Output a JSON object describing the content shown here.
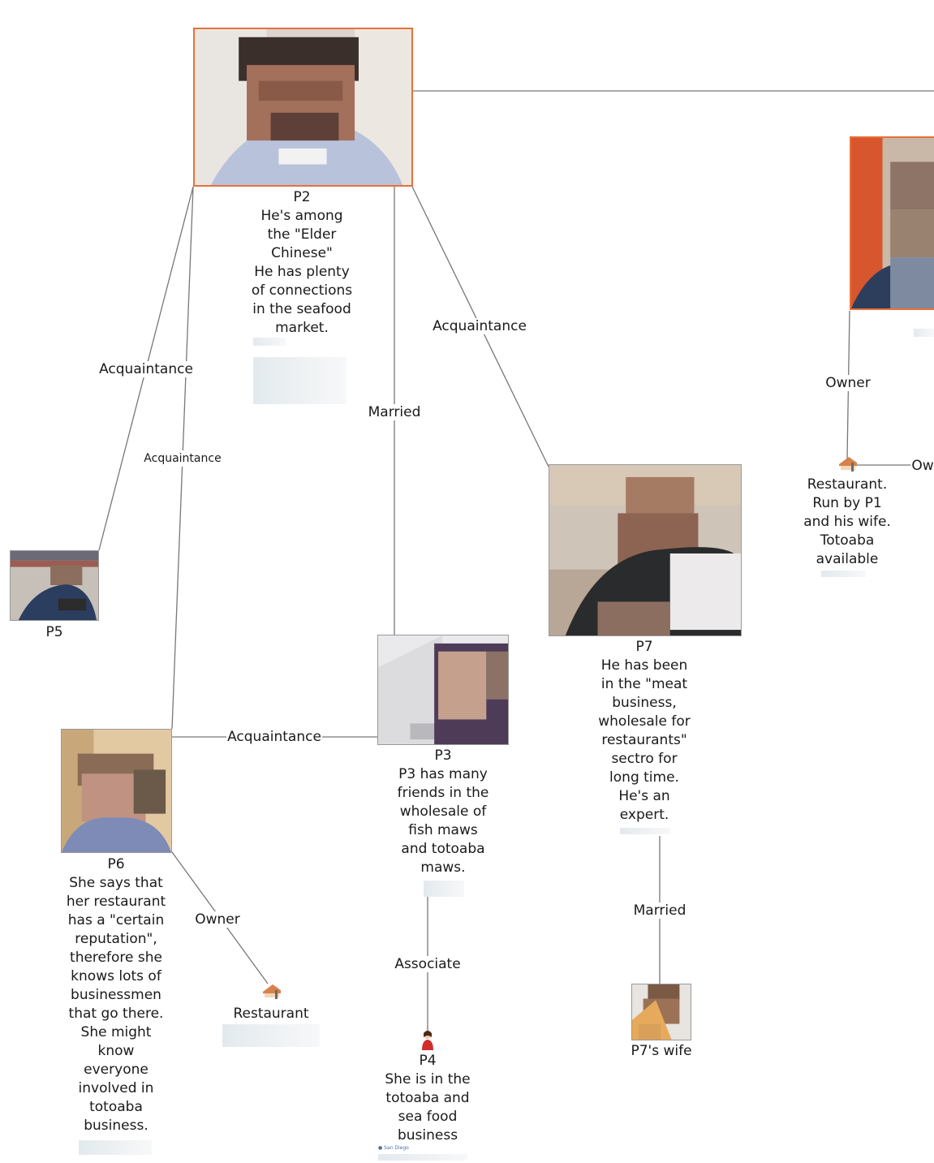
{
  "nodes": {
    "p2": {
      "name": "P2",
      "desc": [
        "He's among",
        "the \"Elder",
        "Chinese\"",
        "He has plenty",
        "of connections",
        "in the seafood",
        "market."
      ]
    },
    "p5": {
      "name": "P5"
    },
    "p6": {
      "name": "P6",
      "desc": [
        "She says that",
        "her restaurant",
        "has a \"certain",
        "reputation\",",
        "therefore she",
        "knows lots of",
        "businessmen",
        "that go there.",
        "She might",
        "know",
        "everyone",
        "involved in",
        "totoaba",
        "business."
      ]
    },
    "p3": {
      "name": "P3",
      "desc": [
        "P3 has many",
        "friends in the",
        "wholesale of",
        "fish maws",
        "and totoaba",
        "maws."
      ]
    },
    "p7": {
      "name": "P7",
      "desc": [
        "He has been",
        "in the \"meat",
        "business,",
        "wholesale for",
        "restaurants\"",
        "sectro for",
        "long time.",
        "He's an",
        "expert."
      ]
    },
    "p4": {
      "desc": [
        "P4",
        "She is in the",
        "totoaba and",
        "sea food",
        "business"
      ],
      "tag": "San Diego"
    },
    "p7wife": {
      "name": "P7's wife"
    },
    "restaurant_p6": {
      "name": "Restaurant"
    },
    "restaurant_p1": {
      "desc": [
        "Restaurant.",
        "Run by P1",
        "and his wife.",
        "Totoaba",
        "available"
      ]
    }
  },
  "edges": {
    "p2_p5": "Acquaintance",
    "p2_p6": "Acquaintance",
    "p2_p3": "Married",
    "p2_p7": "Acquaintance",
    "p6_p3": "Acquaintance",
    "p6_restaurant": "Owner",
    "p3_p4": "Associate",
    "p7_wife": "Married",
    "p1_restaurant": "Owner",
    "restaurant_right": "Ow"
  },
  "colors": {
    "selection": "#e8703a",
    "edge": "#777777"
  }
}
